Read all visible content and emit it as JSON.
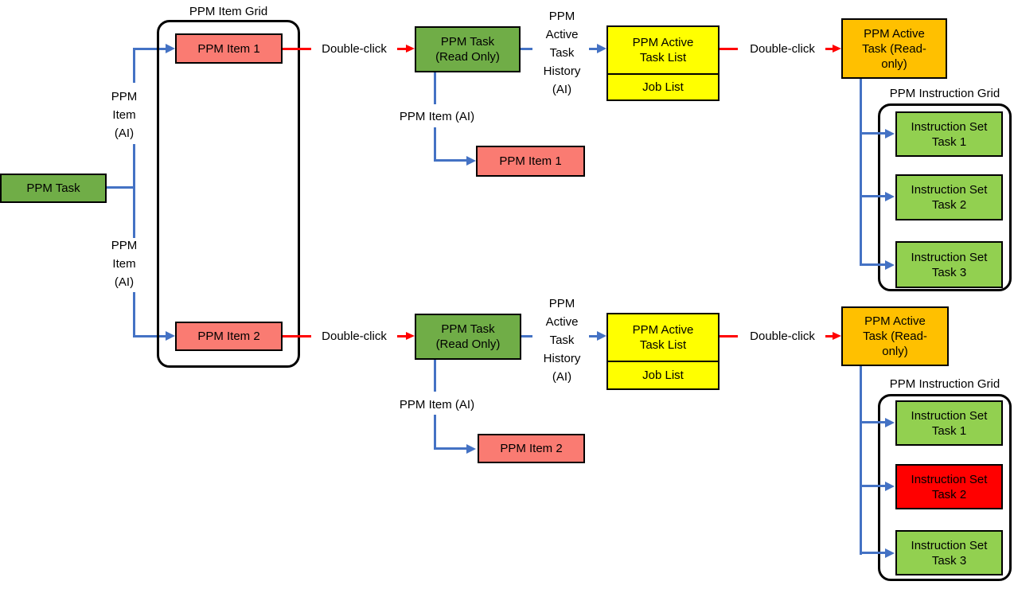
{
  "colors": {
    "green": "#70AD47",
    "light_green": "#92D050",
    "salmon": "#FA7B72",
    "yellow": "#FFFF00",
    "orange": "#FFC000",
    "bright_red": "#FF0000",
    "blue": "#4472C4",
    "red": "#FF0000",
    "black": "#000000"
  },
  "labels": {
    "item_grid_title": "PPM Item Grid",
    "instruction_grid_title": "PPM Instruction Grid",
    "double_click": "Double-click",
    "ppm_item_ai": "PPM Item (AI)",
    "ppm_item_ai_stacked": [
      "PPM",
      "Item",
      "(AI)"
    ],
    "active_task_history_stacked": [
      "PPM",
      "Active",
      "Task",
      "History",
      "(AI)"
    ]
  },
  "nodes": {
    "ppm_task": "PPM Task",
    "ppm_item_1": "PPM Item 1",
    "ppm_item_2": "PPM Item 2",
    "ppm_task_read_only": [
      "PPM Task",
      "(Read Only)"
    ],
    "active_task_list": [
      "PPM Active",
      "Task List"
    ],
    "job_list": "Job List",
    "active_task_read_only": [
      "PPM Active",
      "Task (Read-",
      "only)"
    ],
    "instruction_task_1": [
      "Instruction Set",
      "Task 1"
    ],
    "instruction_task_2": [
      "Instruction Set",
      "Task 2"
    ],
    "instruction_task_3": [
      "Instruction Set",
      "Task 3"
    ]
  }
}
